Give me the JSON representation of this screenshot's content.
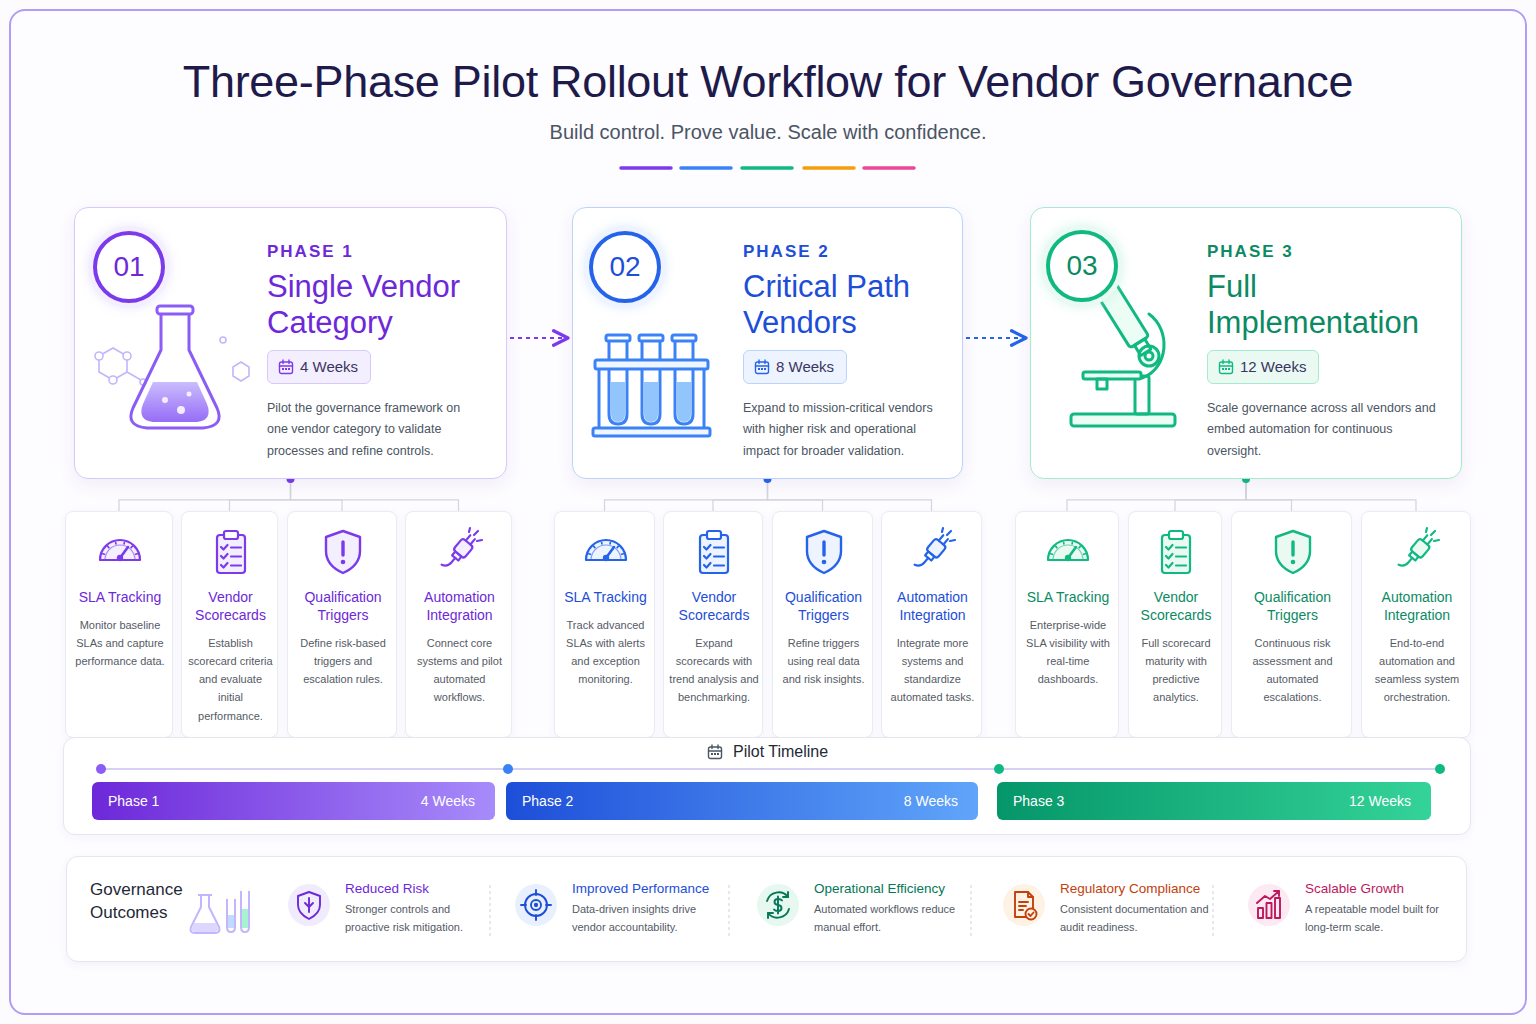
{
  "diagram": {
    "title": "Three-Phase Pilot Rollout Workflow for Vendor Governance",
    "nodes": [
      {
        "text": [
          "PHASE 1",
          "Single Vendor Category",
          "Pilot the governance framework on one vendor category to validate processes and refine controls."
        ]
      },
      {
        "text": [
          "01"
        ],
        "in": 0
      },
      {
        "text": [
          "4 Weeks"
        ],
        "in": 0
      },
      {
        "text": [
          "SLA Tracking",
          "Monitor baseline SLAs and capture performance data."
        ]
      },
      {
        "text": [
          "Vendor Scorecards",
          "Establish scorecard criteria and evaluate initial performance."
        ]
      },
      {
        "text": [
          "Qualification Triggers",
          "Define risk-based triggers and escalation rules."
        ]
      },
      {
        "text": [
          "Automation Integration",
          "Connect core systems and pilot automated workflows."
        ]
      },
      {
        "text": [
          "PHASE 2",
          "Critical Path Vendors",
          "Expand to mission-critical vendors with higher risk and operational impact for broader validation."
        ]
      },
      {
        "text": [
          "02"
        ],
        "in": 7
      },
      {
        "text": [
          "8 Weeks"
        ],
        "in": 7
      },
      {
        "text": [
          "SLA Tracking",
          "Track advanced SLAs with alerts and exception monitoring."
        ]
      },
      {
        "text": [
          "Vendor Scorecards",
          "Expand scorecards with trend analysis and benchmarking."
        ]
      },
      {
        "text": [
          "Qualification Triggers",
          "Refine triggers using real data and risk insights."
        ]
      },
      {
        "text": [
          "Automation Integration",
          "Integrate more systems and standardize automated tasks."
        ]
      },
      {
        "text": [
          "PHASE 3",
          "Full Implementation",
          "Scale governance across all vendors and embed automation for continuous oversight."
        ]
      },
      {
        "text": [
          "03"
        ],
        "in": 14
      },
      {
        "text": [
          "12 Weeks"
        ],
        "in": 14
      },
      {
        "text": [
          "SLA Tracking",
          "Enterprise-wide SLA visibility with real-time dashboards."
        ]
      },
      {
        "text": [
          "Vendor Scorecards",
          "Full scorecard maturity with predictive analytics."
        ]
      },
      {
        "text": [
          "Qualification Triggers",
          "Continuous risk assessment and automated escalations."
        ]
      },
      {
        "text": [
          "Automation Integration",
          "End-to-end automation and seamless system orchestration."
        ]
      },
      {
        "text": [
          "Pilot Timeline"
        ]
      },
      {
        "text": [
          "Phase 1",
          "4 Weeks"
        ],
        "in": 21
      },
      {
        "text": [
          "Phase 2",
          "8 Weeks"
        ],
        "in": 21
      },
      {
        "text": [
          "Phase 3",
          "12 Weeks"
        ],
        "in": 21
      },
      {
        "text": [
          "Governance Outcomes"
        ]
      },
      {
        "text": [
          "Reduced Risk",
          "Stronger controls and proactive risk mitigation."
        ],
        "in": 25
      },
      {
        "text": [
          "Improved Performance",
          "Data-driven insights drive vendor accountability."
        ],
        "in": 25
      },
      {
        "text": [
          "Operational Efficiency",
          "Automated workflows reduce manual effort."
        ],
        "in": 25
      },
      {
        "text": [
          "Regulatory Compliance",
          "Consistent documentation and audit readiness."
        ],
        "in": 25
      },
      {
        "text": [
          "Scalable Growth",
          "A repeatable model built for long-term scale."
        ],
        "in": 25
      }
    ],
    "edges": [
      {
        "from": 0,
        "to": 7,
        "arrow": "to"
      },
      {
        "from": 7,
        "to": 14,
        "arrow": "to"
      },
      {
        "from": 0,
        "to": 3,
        "arrow": "none"
      },
      {
        "from": 0,
        "to": 4,
        "arrow": "none"
      },
      {
        "from": 0,
        "to": 5,
        "arrow": "none"
      },
      {
        "from": 0,
        "to": 6,
        "arrow": "none"
      },
      {
        "from": 7,
        "to": 10,
        "arrow": "none"
      },
      {
        "from": 7,
        "to": 11,
        "arrow": "none"
      },
      {
        "from": 7,
        "to": 12,
        "arrow": "none"
      },
      {
        "from": 7,
        "to": 13,
        "arrow": "none"
      },
      {
        "from": 14,
        "to": 17,
        "arrow": "none"
      },
      {
        "from": 14,
        "to": 18,
        "arrow": "none"
      },
      {
        "from": 14,
        "to": 19,
        "arrow": "none"
      },
      {
        "from": 14,
        "to": 20,
        "arrow": "none"
      }
    ],
    "labels": [
      "Build control. Prove value. Scale with confidence."
    ]
  }
}
